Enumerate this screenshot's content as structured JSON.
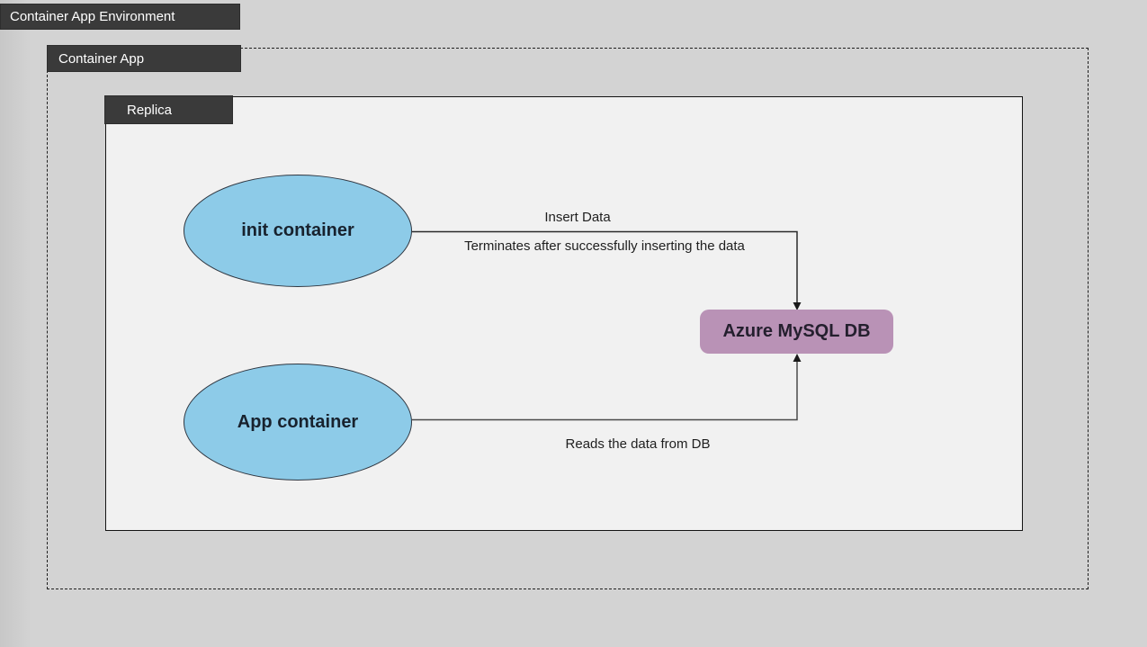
{
  "diagram": {
    "environment_label": "Container App Environment",
    "container_app_label": "Container App",
    "replica_label": "Replica",
    "nodes": {
      "init_container": "init container",
      "app_container": "App container",
      "database": "Azure MySQL DB"
    },
    "edges": {
      "insert_data": "Insert Data",
      "terminates": "Terminates after successfully inserting the data",
      "reads": "Reads the data from DB"
    },
    "colors": {
      "background": "#d3d3d3",
      "tab_fill": "#3a3a3a",
      "tab_text": "#ffffff",
      "replica_fill": "#f1f1f1",
      "node_fill": "#8dcbe8",
      "node_border": "#2f3640",
      "database_fill": "#b992b6",
      "connector": "#2a2a2a",
      "label_text": "#1f1f1f"
    }
  }
}
